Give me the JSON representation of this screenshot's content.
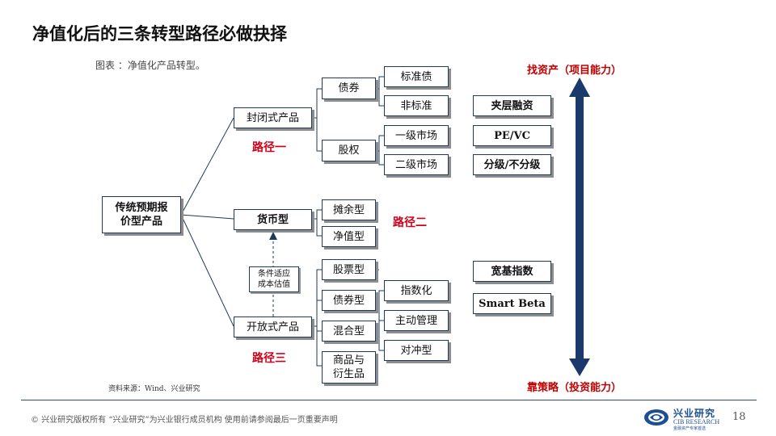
{
  "header": {
    "title": "净值化后的三条转型路径必做抉择"
  },
  "caption": "图表 ：净值化产品转型。",
  "nodes": {
    "root": "传统预期报价型产品",
    "closed": "封闭式产品",
    "money": "货币型",
    "open": "开放式产品",
    "bond": "债券",
    "equity": "股权",
    "standard_bond": "标准债",
    "nonstandard": "非标准",
    "primary_market": "一级市场",
    "secondary_market": "二级市场",
    "mezzanine": "夹层融资",
    "pevc": "PE/VC",
    "tiered": "分级/不分级",
    "spread": "摊余型",
    "nav": "净值型",
    "condition": "条件适应成本估值",
    "stock_type": "股票型",
    "bond_type": "债券型",
    "mixed_type": "混合型",
    "commodity": "商品与衍生品",
    "index": "指数化",
    "active": "主动管理",
    "hedge": "对冲型",
    "broad_index": "宽基指数",
    "smart_beta": "Smart Beta"
  },
  "paths": {
    "one": "路径一",
    "two": "路径二",
    "three": "路径三"
  },
  "axis": {
    "top": "找资产（项目能力）",
    "bottom": "靠策略（投资能力）",
    "color": "#1b3a6b"
  },
  "source": "资料来源：Wind、兴业研究",
  "footer": {
    "copyright": "©  兴业研究版权所有  “兴业研究”为兴业银行成员机构  使用前请参阅最后一页重要声明",
    "page": "18",
    "logo_cn": "兴业研究",
    "logo_en": "CIB RESEARCH",
    "logo_sub": "金融资产专家首选"
  }
}
